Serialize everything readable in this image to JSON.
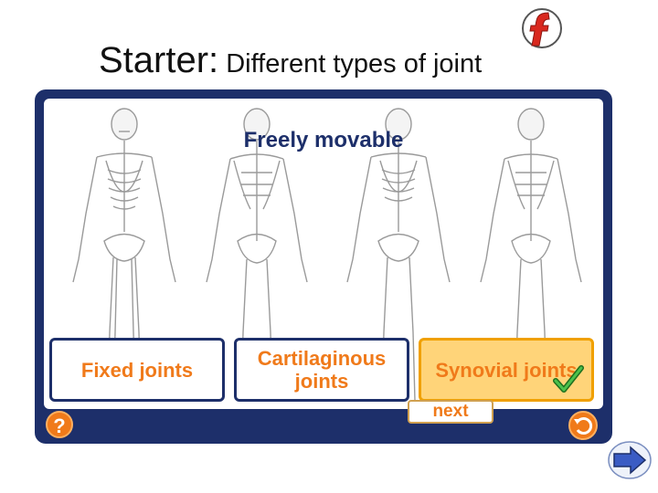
{
  "slide": {
    "title_main": "Starter:",
    "title_sub": " Different types of joint"
  },
  "activity": {
    "heading": "Freely movable",
    "options": [
      {
        "label": "Fixed joints",
        "selected": false
      },
      {
        "label": "Cartilaginous joints",
        "selected": false
      },
      {
        "label": "Synovial joints",
        "selected": true
      }
    ],
    "next_label": "next",
    "help_label": "?"
  },
  "colors": {
    "panel": "#1d2f6a",
    "accent_orange": "#f07a1a",
    "selected_fill": "#ffd479",
    "check_green": "#2f9a2f"
  },
  "icons": [
    "flash-logo-icon",
    "skeleton-front-icon",
    "skeleton-back-icon",
    "check-icon",
    "help-icon",
    "replay-icon",
    "forward-arrow-icon"
  ]
}
